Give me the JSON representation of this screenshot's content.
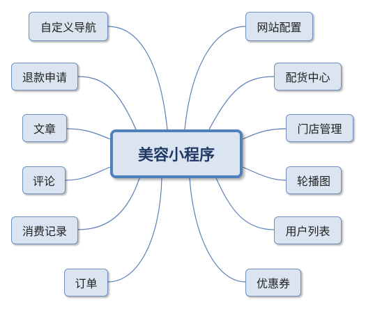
{
  "center": {
    "label": "美容小程序"
  },
  "left_nodes": [
    {
      "label": "自定义导航"
    },
    {
      "label": "退款申请"
    },
    {
      "label": "文章"
    },
    {
      "label": "评论"
    },
    {
      "label": "消费记录"
    },
    {
      "label": "订单"
    }
  ],
  "right_nodes": [
    {
      "label": "网站配置"
    },
    {
      "label": "配货中心"
    },
    {
      "label": "门店管理"
    },
    {
      "label": "轮播图"
    },
    {
      "label": "用户列表"
    },
    {
      "label": "优惠券"
    }
  ],
  "colors": {
    "node_fill": "#dbe5f1",
    "node_border": "#6f8fbf",
    "center_border": "#4f81bd",
    "connector": "#5b7fb5"
  }
}
